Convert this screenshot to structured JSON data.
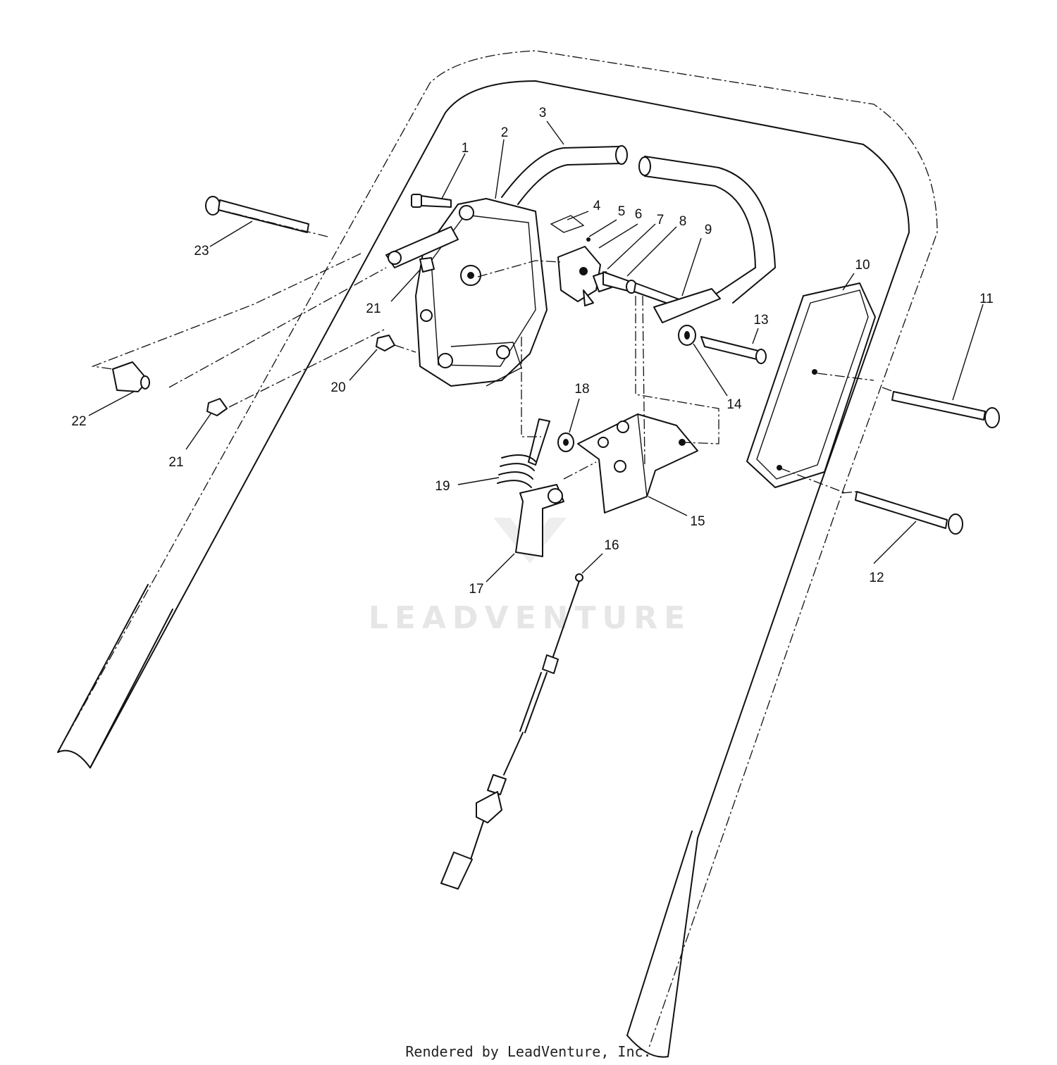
{
  "diagram": {
    "part_numbers": [
      "1",
      "2",
      "3",
      "4",
      "5",
      "6",
      "7",
      "8",
      "9",
      "10",
      "11",
      "12",
      "13",
      "14",
      "15",
      "16",
      "17",
      "18",
      "19",
      "20",
      "21",
      "21",
      "22",
      "23"
    ],
    "watermark": "LEADVENTURE",
    "footer_credit": "Rendered by LeadVenture, Inc."
  }
}
